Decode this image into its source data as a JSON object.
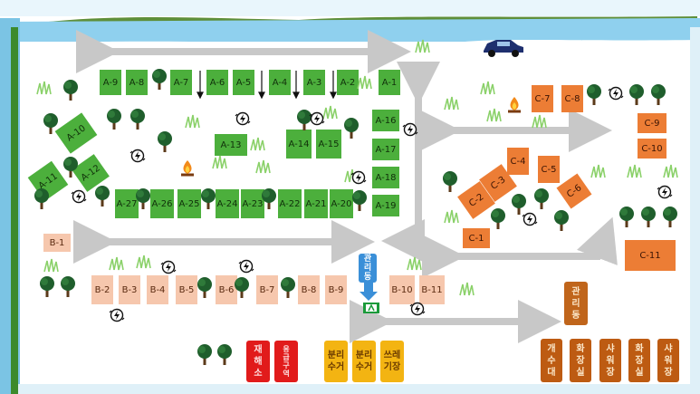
{
  "map": {
    "zones": {
      "a_sites": [
        {
          "id": "a1",
          "label": "A-1"
        },
        {
          "id": "a2",
          "label": "A-2"
        },
        {
          "id": "a3",
          "label": "A-3"
        },
        {
          "id": "a4",
          "label": "A-4"
        },
        {
          "id": "a5",
          "label": "A-5"
        },
        {
          "id": "a6",
          "label": "A-6"
        },
        {
          "id": "a7",
          "label": "A-7"
        },
        {
          "id": "a8",
          "label": "A-8"
        },
        {
          "id": "a9",
          "label": "A-9"
        },
        {
          "id": "a10",
          "label": "A-10"
        },
        {
          "id": "a11",
          "label": "A-11"
        },
        {
          "id": "a12",
          "label": "A-12"
        },
        {
          "id": "a13",
          "label": "A-13"
        },
        {
          "id": "a14",
          "label": "A-14"
        },
        {
          "id": "a15",
          "label": "A-15"
        },
        {
          "id": "a16",
          "label": "A-16"
        },
        {
          "id": "a17",
          "label": "A-17"
        },
        {
          "id": "a18",
          "label": "A-18"
        },
        {
          "id": "a19",
          "label": "A-19"
        },
        {
          "id": "a20",
          "label": "A-20"
        },
        {
          "id": "a21",
          "label": "A-21"
        },
        {
          "id": "a22",
          "label": "A-22"
        },
        {
          "id": "a23",
          "label": "A-23"
        },
        {
          "id": "a24",
          "label": "A-24"
        },
        {
          "id": "a25",
          "label": "A-25"
        },
        {
          "id": "a26",
          "label": "A-26"
        },
        {
          "id": "a27",
          "label": "A-27"
        }
      ],
      "b_sites": [
        {
          "id": "b1",
          "label": "B-1"
        },
        {
          "id": "b2",
          "label": "B-2"
        },
        {
          "id": "b3",
          "label": "B-3"
        },
        {
          "id": "b4",
          "label": "B-4"
        },
        {
          "id": "b5",
          "label": "B-5"
        },
        {
          "id": "b6",
          "label": "B-6"
        },
        {
          "id": "b7",
          "label": "B-7"
        },
        {
          "id": "b8",
          "label": "B-8"
        },
        {
          "id": "b9",
          "label": "B-9"
        },
        {
          "id": "b10",
          "label": "B-10"
        },
        {
          "id": "b11",
          "label": "B-11"
        }
      ],
      "c_sites": [
        {
          "id": "c1",
          "label": "C-1"
        },
        {
          "id": "c2",
          "label": "C-2"
        },
        {
          "id": "c3",
          "label": "C-3"
        },
        {
          "id": "c4",
          "label": "C-4"
        },
        {
          "id": "c5",
          "label": "C-5"
        },
        {
          "id": "c6",
          "label": "C-6"
        },
        {
          "id": "c7",
          "label": "C-7"
        },
        {
          "id": "c8",
          "label": "C-8"
        },
        {
          "id": "c9",
          "label": "C-9"
        },
        {
          "id": "c10",
          "label": "C-10"
        },
        {
          "id": "c11",
          "label": "C-11"
        }
      ]
    },
    "facilities": {
      "office_center": "관\n리\n동",
      "office_right": "관\n리\n동",
      "red_1": "재\n해\n소",
      "red_2": "응\n급\n구\n역",
      "recycle_1": "분리\n수거",
      "recycle_2": "분리\n수거",
      "trash": "쓰레\n기장",
      "sink": "개\n수\n대",
      "toilet_1": "화\n장\n실",
      "shower_1": "샤\n워\n장",
      "toilet_2": "화\n장\n실",
      "shower_2": "샤\n워\n장"
    },
    "icons": [
      "tree-icon",
      "grass-icon",
      "campfire-icon",
      "power-outlet-icon",
      "car-icon",
      "exit-sign-icon",
      "road-arrow-icon"
    ],
    "colors": {
      "zone_a": "#4caf3c",
      "zone_b": "#f6c7ad",
      "zone_c": "#ec7d35",
      "facility_brown": "#bd5b12",
      "facility_red": "#e11b1b",
      "facility_yellow": "#f3b412",
      "road": "#c8c8c8",
      "water": "#bfe3f3"
    }
  }
}
